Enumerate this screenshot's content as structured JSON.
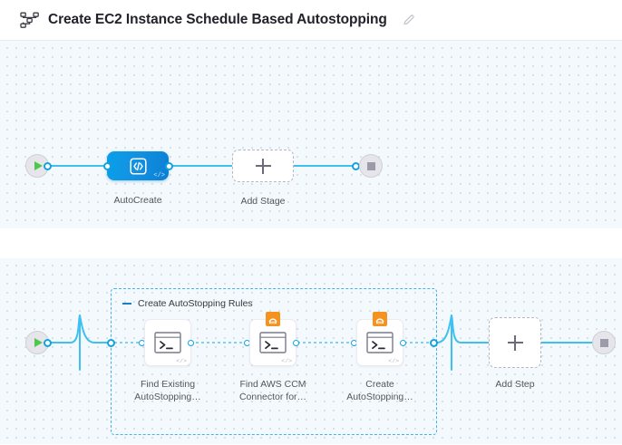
{
  "header": {
    "icon": "pipeline-graph-icon",
    "title": "Create EC2 Instance Schedule Based Autostopping",
    "edit_icon": "pencil-edit-icon"
  },
  "colors": {
    "canvas_bg": "#f3f9fc",
    "canvas_dot": "#d3dde4",
    "wire": "#3ec1f0",
    "stage_node": "#0f95e4",
    "group_border": "#45b3e8",
    "start_play": "#4dc84d",
    "end_stop": "#9b9bab",
    "aws_badge": "#f59321"
  },
  "stage_canvas": {
    "name": "pipeline-stages-canvas",
    "start_node": {
      "name": "pipeline-start-node",
      "icon": "play-icon"
    },
    "end_node": {
      "name": "pipeline-end-node",
      "icon": "stop-icon"
    },
    "stages": [
      {
        "name": "stage-autocreate",
        "label": "AutoCreate",
        "icon": "code-brackets-icon",
        "corner_icon": "code-tag-icon",
        "type": "custom-stage"
      }
    ],
    "add_stage": {
      "name": "add-stage-button",
      "label": "Add Stage",
      "icon": "plus-icon"
    }
  },
  "step_canvas": {
    "name": "pipeline-steps-canvas",
    "start_node": {
      "name": "steps-start-node",
      "icon": "play-icon"
    },
    "end_node": {
      "name": "steps-end-node",
      "icon": "stop-icon"
    },
    "step_group": {
      "name": "step-group-create-autostopping-rules",
      "label": "Create AutoStopping Rules",
      "collapse_icon": "collapse-minus-icon",
      "expanded": true
    },
    "steps": [
      {
        "name": "step-find-existing-autostopping",
        "label_line1": "Find Existing",
        "label_line2": "AutoStopping…",
        "icon": "shell-terminal-icon",
        "corner_icon": "code-tag-icon",
        "badge": null
      },
      {
        "name": "step-find-aws-ccm-connector",
        "label_line1": "Find AWS CCM",
        "label_line2": "Connector for…",
        "icon": "shell-terminal-icon",
        "corner_icon": "code-tag-icon",
        "badge": "aws-icon"
      },
      {
        "name": "step-create-autostopping",
        "label_line1": "Create",
        "label_line2": "AutoStopping…",
        "icon": "shell-terminal-icon",
        "corner_icon": "code-tag-icon",
        "badge": "aws-icon"
      }
    ],
    "add_step": {
      "name": "add-step-button",
      "label": "Add Step",
      "icon": "plus-icon"
    }
  }
}
